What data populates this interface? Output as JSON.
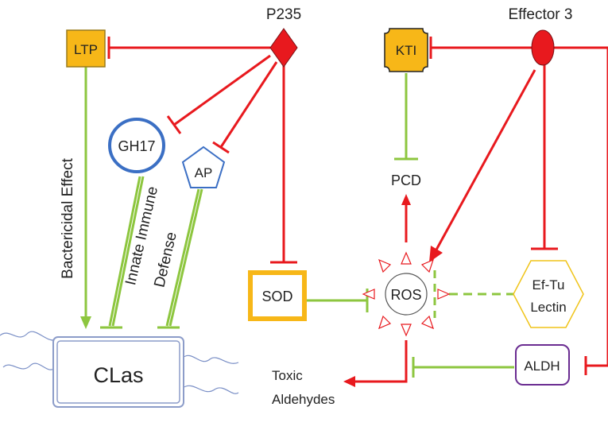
{
  "labels": {
    "p235": "P235",
    "effector3": "Effector 3",
    "ltp": "LTP",
    "kti": "KTI",
    "gh17": "GH17",
    "ap": "AP",
    "pcd": "PCD",
    "sod": "SOD",
    "ros": "ROS",
    "ef_tu": "Ef-Tu",
    "lectin": "Lectin",
    "aldh": "ALDH",
    "clas": "CLas",
    "toxic": "Toxic",
    "aldehydes": "Aldehydes",
    "bactericidal_effect": "Bactericidal Effect",
    "innate_immune": "Innate Immune",
    "defense": "Defense"
  },
  "colors": {
    "inhibit_red": "#e8191e",
    "promote_green": "#8dc63f",
    "node_orange": "#f7b718",
    "node_blue": "#3b6fc4",
    "ef_tu_border": "#f0c419",
    "aldh_border": "#6a2c91",
    "clas_border": "#8c9cc9",
    "text": "#222222"
  }
}
